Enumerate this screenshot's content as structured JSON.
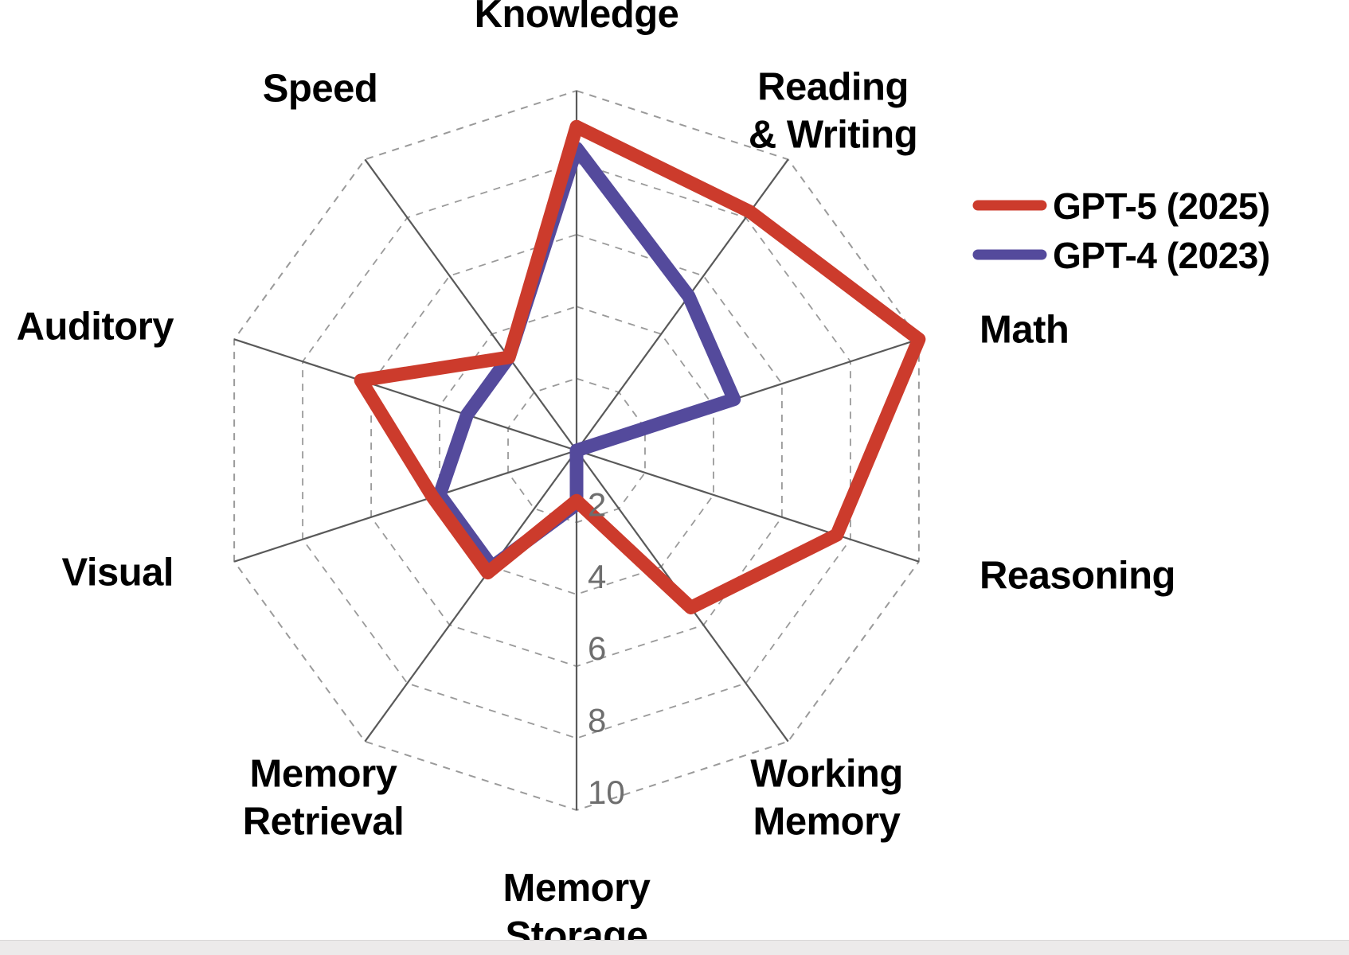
{
  "chart_data": {
    "type": "radar",
    "title": "",
    "categories": [
      "Knowledge",
      "Reading\n& Writing",
      "Math",
      "Reasoning",
      "Working\nMemory",
      "Memory\nStorage",
      "Memory\nRetrieval",
      "Visual",
      "Auditory",
      "Speed"
    ],
    "category_labels": [
      {
        "line1": "Knowledge",
        "line2": ""
      },
      {
        "line1": "Reading",
        "line2": "& Writing"
      },
      {
        "line1": "Math",
        "line2": ""
      },
      {
        "line1": "Reasoning",
        "line2": ""
      },
      {
        "line1": "Working",
        "line2": "Memory"
      },
      {
        "line1": "Memory",
        "line2": "Storage"
      },
      {
        "line1": "Memory",
        "line2": "Retrieval"
      },
      {
        "line1": "Visual",
        "line2": ""
      },
      {
        "line1": "Auditory",
        "line2": ""
      },
      {
        "line1": "Speed",
        "line2": ""
      }
    ],
    "radial_ticks": [
      2,
      4,
      6,
      8,
      10
    ],
    "radial_tick_labels": [
      "2",
      "4",
      "6",
      "8",
      "10"
    ],
    "rlim": [
      0,
      10
    ],
    "grid": true,
    "legend_position": "top-right",
    "series": [
      {
        "name": "GPT-5 (2025)",
        "color": "#cc3b2c",
        "values": [
          9.0,
          8.2,
          10.0,
          7.6,
          5.4,
          1.4,
          4.2,
          4.2,
          6.3,
          3.2
        ]
      },
      {
        "name": "GPT-4 (2023)",
        "color": "#544a9c",
        "values": [
          8.4,
          5.3,
          4.6,
          0.0,
          0.0,
          1.5,
          4.0,
          4.0,
          3.2,
          3.2
        ]
      }
    ]
  },
  "legend": {
    "items": [
      {
        "label": "GPT-5 (2025)",
        "color": "#cc3b2c"
      },
      {
        "label": "GPT-4 (2023)",
        "color": "#544a9c"
      }
    ]
  },
  "colors": {
    "gpt5": "#cc3b2c",
    "gpt4": "#544a9c",
    "spoke": "#595959",
    "ring": "#9a9a9a",
    "tick_text": "#6e6e6e",
    "label_text": "#000000",
    "background": "#ffffff"
  }
}
